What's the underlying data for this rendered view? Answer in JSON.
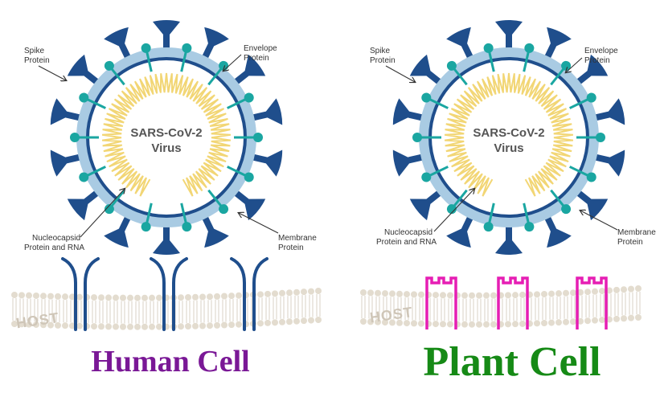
{
  "colors": {
    "spike": "#1f4e8c",
    "envelope": "#1aa6a1",
    "halo": "#a9cbe3",
    "rna": "#f2d675",
    "receptor_human": "#1f4e8c",
    "receptor_plant": "#e61eb4",
    "membrane_head": "#e3dccf",
    "membrane_tail": "#d8d2c5",
    "human_caption": "#7a1896",
    "plant_caption": "#168a16"
  },
  "panels": [
    {
      "virus_line1": "SARS-CoV-2",
      "virus_line2": "Virus",
      "spike_label_1": "Spike",
      "spike_label_2": "Protein",
      "envelope_label_1": "Envelope",
      "envelope_label_2": "Protein",
      "nucleocapsid_label_1": "Nucleocapsid",
      "nucleocapsid_label_2": "Protein and RNA",
      "membrane_label_1": "Membrane",
      "membrane_label_2": "Protein",
      "host_label": "HOST",
      "caption": "Human Cell",
      "receptor_type": "human"
    },
    {
      "virus_line1": "SARS-CoV-2",
      "virus_line2": "Virus",
      "spike_label_1": "Spike",
      "spike_label_2": "Protein",
      "envelope_label_1": "Envelope",
      "envelope_label_2": "Protein",
      "nucleocapsid_label_1": "Nucleocapsid",
      "nucleocapsid_label_2": "Protein and RNA",
      "membrane_label_1": "Membrane",
      "membrane_label_2": "Protein",
      "host_label": "HOST",
      "caption": "Plant Cell",
      "receptor_type": "plant"
    }
  ]
}
